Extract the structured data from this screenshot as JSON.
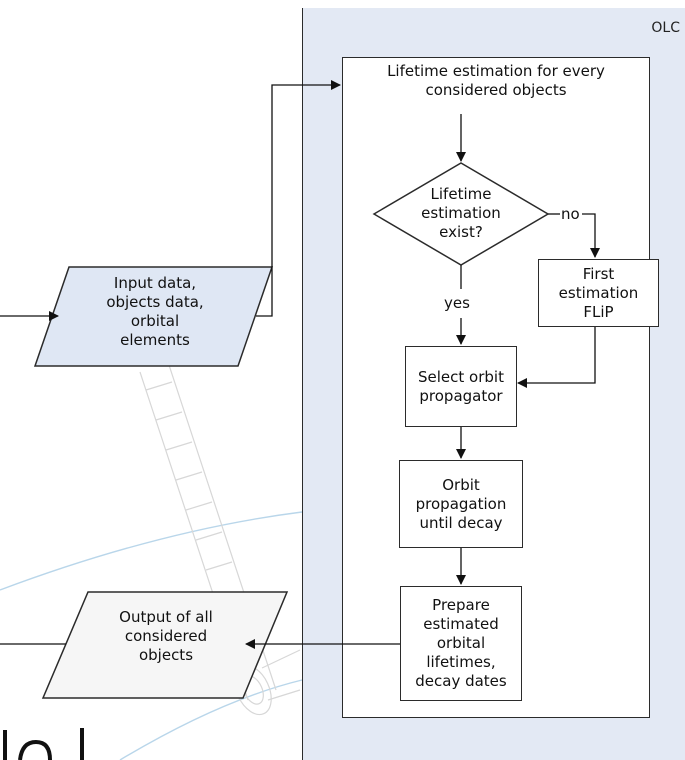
{
  "panel": {
    "label": "OLC"
  },
  "nodes": {
    "lifetime_estimation": "Lifetime estimation for every\nconsidered objects",
    "decision": "Lifetime\nestimation\nexist?",
    "first_estimation": "First\nestimation\nFLiP",
    "select_propagator": "Select orbit\npropagator",
    "orbit_propagation": "Orbit\npropagation\nuntil decay",
    "prepare_lifetimes": "Prepare\nestimated\norbital\nlifetimes,\ndecay dates",
    "input_data": "Input data,\nobjects data,\norbital\nelements",
    "output": "Output of all\nconsidered\nobjects"
  },
  "edges": {
    "no_label": "no",
    "yes_label": "yes"
  },
  "colors": {
    "panel_bg": "#e3e9f4",
    "input_bg": "#dfe7f4",
    "output_bg": "#f6f6f6",
    "stroke": "#2b2b2b"
  }
}
